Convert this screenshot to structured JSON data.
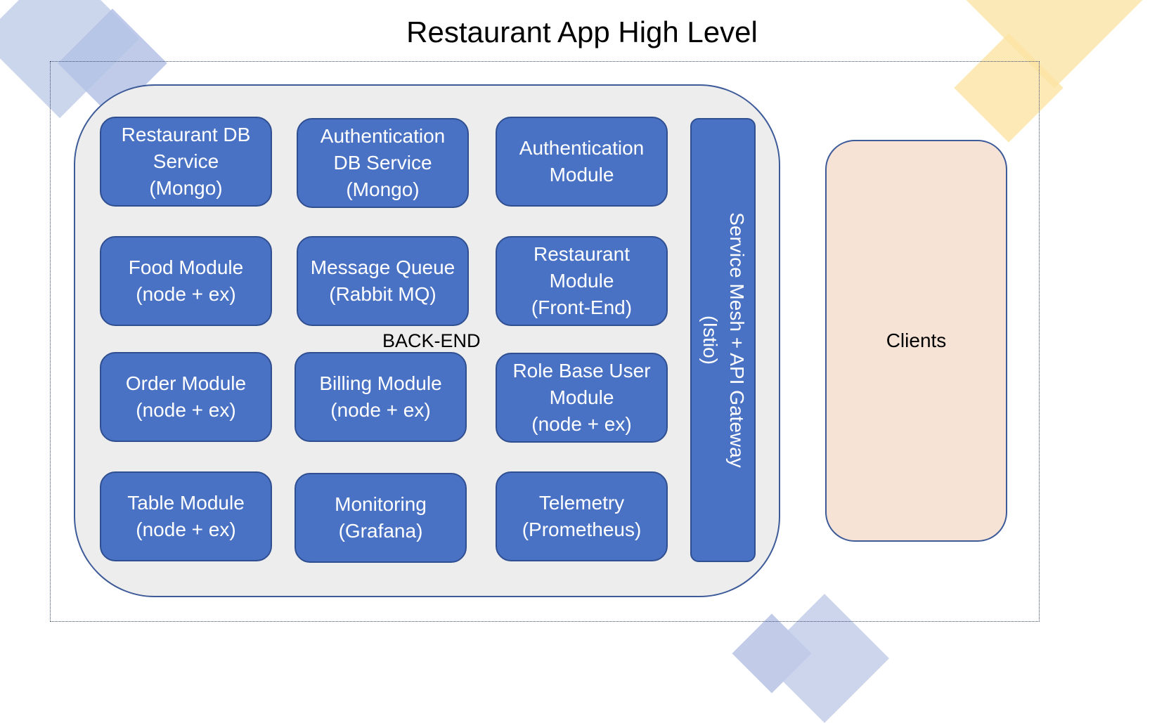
{
  "title": "Restaurant App High Level",
  "backend_label": "BACK-END",
  "gateway_label": "Service Mesh + API Gateway\n(Istio)",
  "clients_label": "Clients",
  "modules": {
    "restaurant_db": "Restaurant DB\nService\n(Mongo)",
    "auth_db": "Authentication\nDB Service\n(Mongo)",
    "auth_module": "Authentication\nModule",
    "food": "Food Module\n(node + ex)",
    "message_queue": "Message Queue\n(Rabbit MQ)",
    "restaurant_module": "Restaurant\nModule\n(Front-End)",
    "order": "Order Module\n(node + ex)",
    "billing": "Billing Module\n(node + ex)",
    "role_user": "Role Base User\nModule\n(node + ex)",
    "table": "Table Module\n(node + ex)",
    "monitoring": "Monitoring\n(Grafana)",
    "telemetry": "Telemetry\n(Prometheus)"
  },
  "colors": {
    "module_fill": "#4a72c4",
    "module_border": "#2f4f91",
    "panel_fill": "#ededed",
    "clients_fill": "#f6e3d6"
  }
}
